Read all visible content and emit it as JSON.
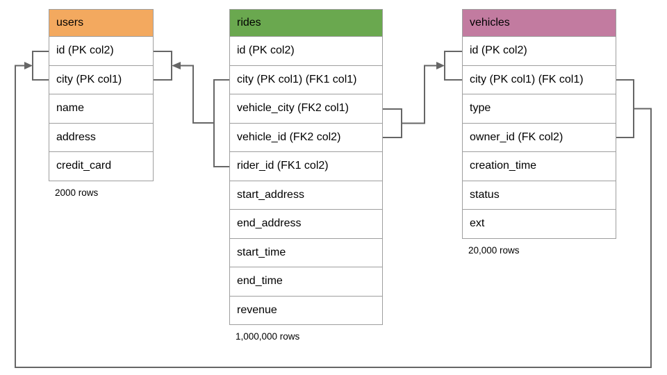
{
  "diagram": {
    "background_color": "#ffffff",
    "connector_color": "#666666",
    "cell_border_color": "#9e9e9e",
    "tables": [
      {
        "name": "users",
        "header_color": "#f3a95f",
        "columns": [
          "id (PK col2)",
          "city (PK col1)",
          "name",
          "address",
          "credit_card"
        ],
        "row_count": "2000 rows"
      },
      {
        "name": "rides",
        "header_color": "#6aa84f",
        "columns": [
          "id (PK col2)",
          "city (PK col1) (FK1 col1)",
          "vehicle_city (FK2 col1)",
          "vehicle_id (FK2 col2)",
          "rider_id (FK1 col2)",
          "start_address",
          "end_address",
          "start_time",
          "end_time",
          "revenue"
        ],
        "row_count": "1,000,000 rows"
      },
      {
        "name": "vehicles",
        "header_color": "#c27ba0",
        "columns": [
          "id (PK col2)",
          "city (PK col1) (FK col1)",
          "type",
          "owner_id (FK col2)",
          "creation_time",
          "status",
          "ext"
        ],
        "row_count": "20,000 rows"
      }
    ],
    "relationships": [
      {
        "from_table": "rides",
        "from_columns": [
          "city (PK col1) (FK1 col1)",
          "rider_id (FK1 col2)"
        ],
        "to_table": "users",
        "to_columns": [
          "id (PK col2)",
          "city (PK col1)"
        ]
      },
      {
        "from_table": "rides",
        "from_columns": [
          "vehicle_city (FK2 col1)",
          "vehicle_id (FK2 col2)"
        ],
        "to_table": "vehicles",
        "to_columns": [
          "id (PK col2)",
          "city (PK col1) (FK col1)"
        ]
      },
      {
        "from_table": "vehicles",
        "from_columns": [
          "city (PK col1) (FK col1)",
          "owner_id (FK col2)"
        ],
        "to_table": "users",
        "to_columns": [
          "id (PK col2)",
          "city (PK col1)"
        ]
      }
    ]
  }
}
